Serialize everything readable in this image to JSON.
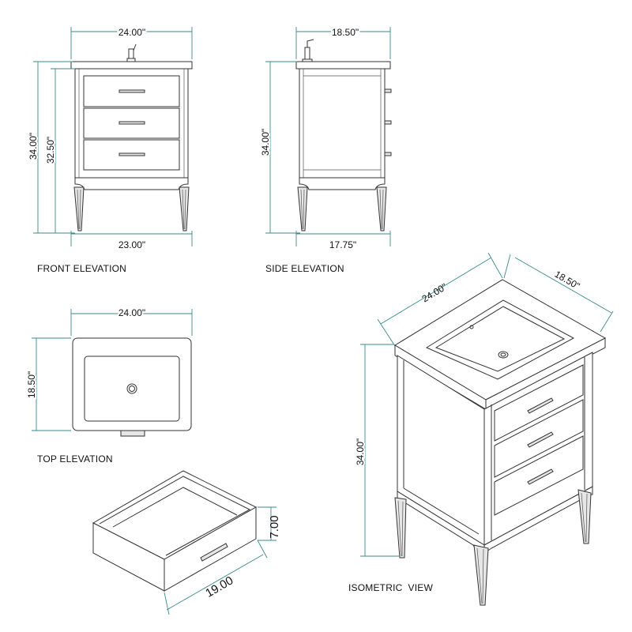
{
  "views": {
    "front": {
      "label": "FRONT ELEVATION",
      "width_top": "24.00\"",
      "width_bottom": "23.00\"",
      "height_total": "34.00\"",
      "height_body": "32.50\""
    },
    "side": {
      "label": "SIDE ELEVATION",
      "depth_top": "18.50\"",
      "depth_bottom": "17.75\"",
      "height_total": "34.00\""
    },
    "top": {
      "label": "TOP ELEVATION",
      "width": "24.00\"",
      "depth": "18.50\""
    },
    "drawer": {
      "height": "7.00",
      "depth": "19.00"
    },
    "isometric": {
      "label": "ISOMETRIC  VIEW",
      "width": "24.00\"",
      "depth": "18.50\"",
      "height": "34.00\""
    }
  },
  "colors": {
    "dimension_line": "#3b8a8a",
    "outline": "#333333"
  }
}
